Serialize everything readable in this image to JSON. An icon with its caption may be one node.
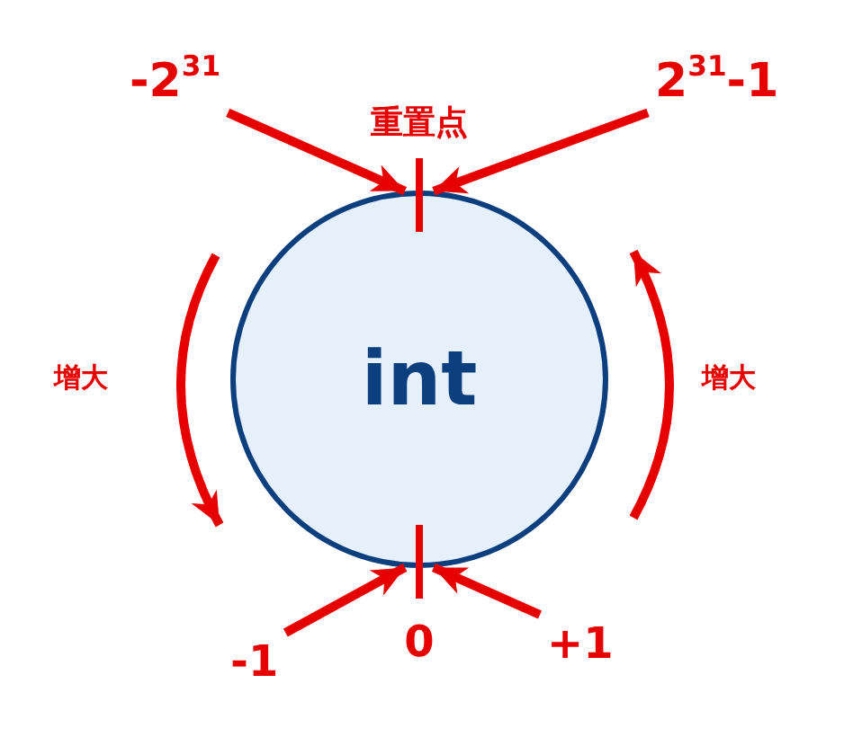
{
  "diagram": {
    "nodes": [
      {
        "text": [
          "int"
        ]
      },
      {
        "text": [
          "-2$^{31}$"
        ]
      },
      {
        "text": [
          "2$^{31}$-1"
        ]
      },
      {
        "text": [
          "-1"
        ]
      },
      {
        "text": [
          "+1"
        ]
      }
    ],
    "edges": [
      {
        "from": 1,
        "to": 0,
        "arrow": "to"
      },
      {
        "from": 2,
        "to": 0,
        "arrow": "to"
      },
      {
        "from": 3,
        "to": 0,
        "arrow": "to"
      },
      {
        "from": 4,
        "to": 0,
        "arrow": "to"
      }
    ],
    "labels": [
      "重置点",
      "增大",
      "增大",
      "0"
    ]
  }
}
